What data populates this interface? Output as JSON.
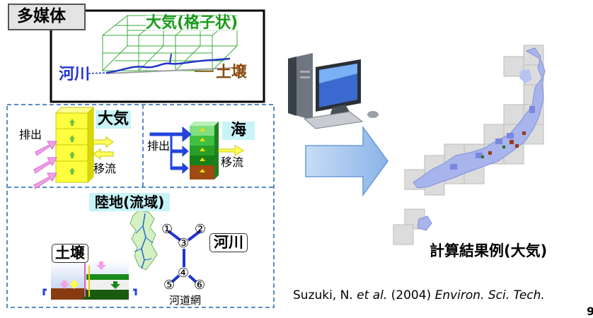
{
  "multimedia_panel": {
    "tab_label": "多媒体",
    "atmosphere_grid_label": "大気(格子状)",
    "river_label": "河川",
    "soil_label": "土壌"
  },
  "atmosphere_box": {
    "title": "大気",
    "emission_label": "排出",
    "advection_label": "移流"
  },
  "sea_box": {
    "title": "海",
    "emission_label": "排出",
    "advection_label": "移流"
  },
  "land_box": {
    "title": "陸地(流域)",
    "soil_label": "土壌",
    "river_label": "河川",
    "river_network_label": "河道網",
    "node_labels": [
      "①",
      "②",
      "③",
      "④",
      "⑤",
      "⑥"
    ]
  },
  "result_caption": "計算結果例(大気)",
  "citation": {
    "authors": "Suzuki, N. ",
    "etal": "et al.",
    "year": " (2004) ",
    "journal": "Environ. Sci. Tech."
  },
  "page_number": "9",
  "colors": {
    "atmosphere_green": "#1a9a1a",
    "river_blue": "#2233cc",
    "soil_brown": "#8a4a10",
    "dashed_border": "#5a8ac8",
    "label_bg": "#c8f4f8",
    "arrow_fill": "#a8c8f0"
  }
}
